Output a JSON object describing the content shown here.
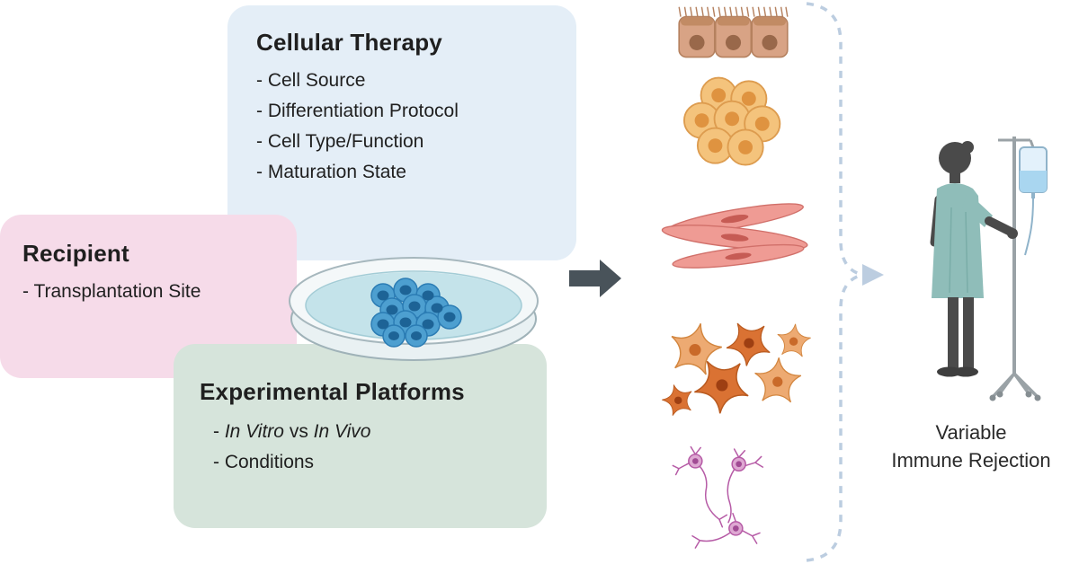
{
  "boxes": {
    "cellular_therapy": {
      "title": "Cellular Therapy",
      "items": [
        "- Cell Source",
        "- Differentiation Protocol",
        "- Cell Type/Function",
        "- Maturation State"
      ]
    },
    "recipient": {
      "title": "Recipient",
      "items": [
        "- Transplantation Site"
      ]
    },
    "experimental_platforms": {
      "title": "Experimental Platforms",
      "item1": {
        "dash": "- ",
        "italic1": "In Vitro",
        "mid": " vs ",
        "italic2": "In Vivo"
      },
      "item2": "- Conditions"
    }
  },
  "outcome": {
    "line1": "Variable",
    "line2": "Immune Rejection"
  },
  "icons": {
    "petri_dish": "petri-dish-with-cells-icon",
    "flow_arrow": "arrow-right-icon",
    "cell_types": [
      "epithelial-cells-icon",
      "round-cell-cluster-icon",
      "spindle-muscle-cells-icon",
      "star-shaped-cells-icon",
      "neurons-icon"
    ],
    "bracket": "dashed-bracket-arrow-icon",
    "patient": "patient-with-iv-pole-icon"
  },
  "colors": {
    "cellular_therapy_box": "#e4eef7",
    "recipient_box": "#f6dbe9",
    "experimental_platforms_box": "#d6e4db",
    "flow_arrow": "#49535a",
    "dashed_bracket": "#bccde0",
    "gown": "#8fbdb9",
    "text": "#1f1f1f"
  }
}
